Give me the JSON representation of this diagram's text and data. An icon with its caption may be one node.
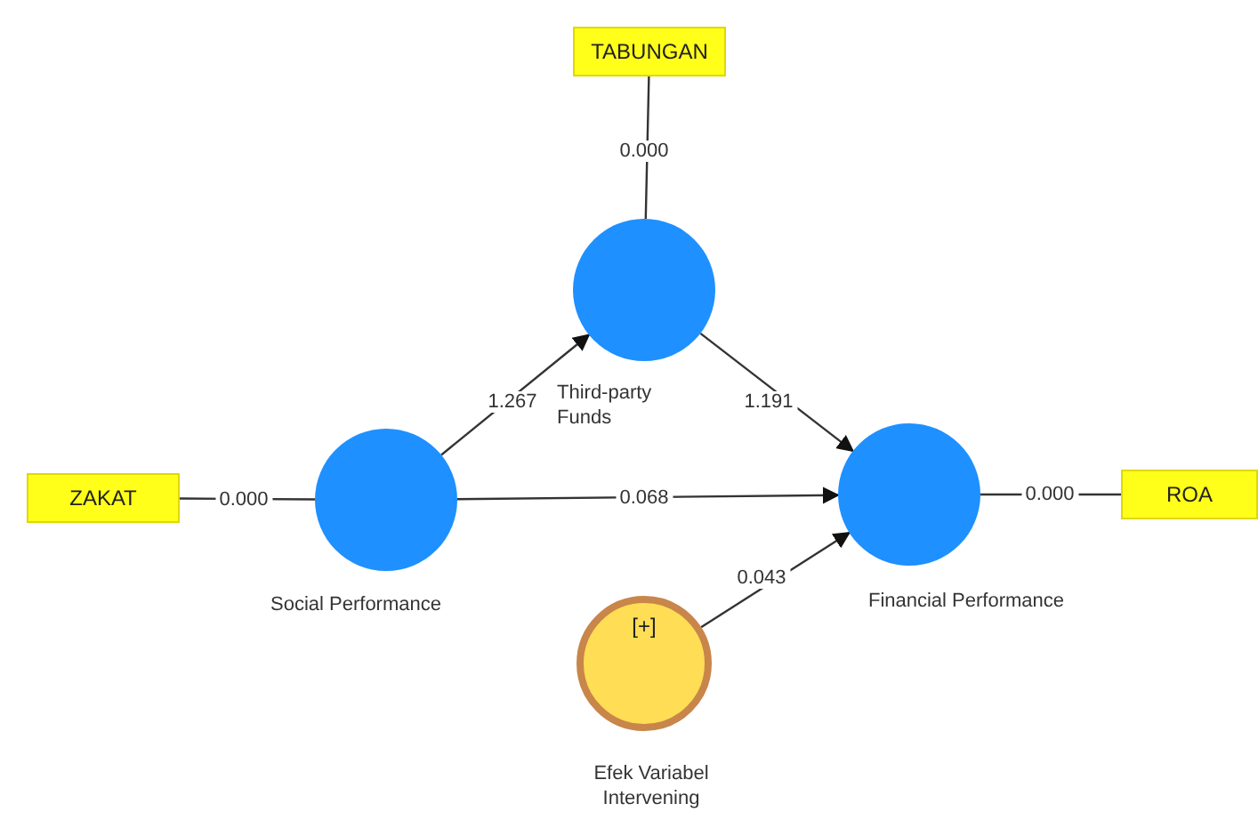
{
  "diagram": {
    "nodes": [
      {
        "text": [
          "TABUNGAN"
        ]
      },
      {
        "text": [],
        "shape": "circle",
        "beside": [
          "Third-party Funds"
        ]
      },
      {
        "text": [
          "ZAKAT"
        ]
      },
      {
        "text": [],
        "shape": "circle",
        "beside": [
          "Social Performance"
        ]
      },
      {
        "text": [],
        "shape": "circle",
        "beside": [
          "Financial Performance"
        ]
      },
      {
        "text": [
          "ROA"
        ]
      },
      {
        "text": [
          "[+]"
        ],
        "beside": [
          "Efek Variabel Intervening"
        ]
      }
    ],
    "edges": [
      {
        "from": 0,
        "to": 1,
        "arrow": "none",
        "label": "0.000"
      },
      {
        "from": 2,
        "to": 3,
        "arrow": "none",
        "label": "0.000"
      },
      {
        "from": 3,
        "to": 1,
        "arrow": "to",
        "label": "1.267"
      },
      {
        "from": 1,
        "to": 4,
        "arrow": "to",
        "label": "1.191"
      },
      {
        "from": 3,
        "to": 4,
        "arrow": "to",
        "label": "0.068"
      },
      {
        "from": 6,
        "to": 4,
        "arrow": "to",
        "label": "0.043"
      },
      {
        "from": 4,
        "to": 5,
        "arrow": "none",
        "label": "0.000"
      }
    ]
  }
}
